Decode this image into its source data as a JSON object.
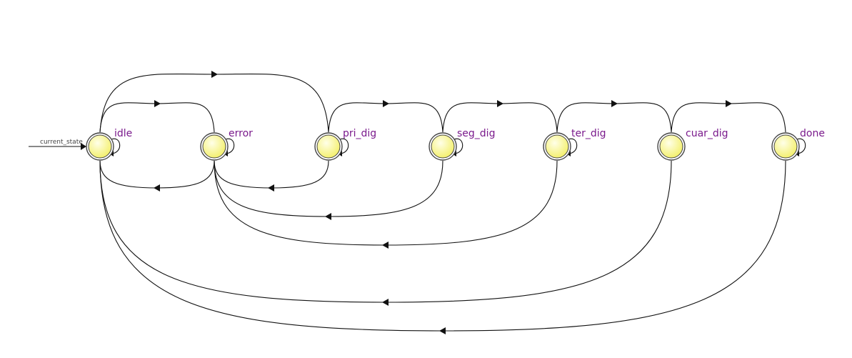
{
  "diagram": {
    "input_label": "current_state",
    "states": [
      {
        "id": "idle",
        "label": "idle"
      },
      {
        "id": "error",
        "label": "error"
      },
      {
        "id": "pri_dig",
        "label": "pri_dig"
      },
      {
        "id": "seg_dig",
        "label": "seg_dig"
      },
      {
        "id": "ter_dig",
        "label": "ter_dig"
      },
      {
        "id": "cuar_dig",
        "label": "cuar_dig"
      },
      {
        "id": "done",
        "label": "done"
      }
    ],
    "transitions": [
      {
        "from": "idle",
        "to": "error"
      },
      {
        "from": "error",
        "to": "idle"
      },
      {
        "from": "idle",
        "to": "pri_dig"
      },
      {
        "from": "pri_dig",
        "to": "error"
      },
      {
        "from": "pri_dig",
        "to": "seg_dig"
      },
      {
        "from": "seg_dig",
        "to": "ter_dig"
      },
      {
        "from": "ter_dig",
        "to": "cuar_dig"
      },
      {
        "from": "cuar_dig",
        "to": "done"
      },
      {
        "from": "seg_dig",
        "to": "error"
      },
      {
        "from": "ter_dig",
        "to": "error"
      },
      {
        "from": "cuar_dig",
        "to": "idle"
      },
      {
        "from": "done",
        "to": "idle"
      },
      {
        "from": "idle",
        "to": "idle"
      },
      {
        "from": "error",
        "to": "error"
      },
      {
        "from": "pri_dig",
        "to": "pri_dig"
      },
      {
        "from": "seg_dig",
        "to": "seg_dig"
      },
      {
        "from": "ter_dig",
        "to": "ter_dig"
      },
      {
        "from": "done",
        "to": "done"
      }
    ],
    "colors": {
      "state_fill": "#ffff99",
      "state_stroke": "#444444",
      "label": "#7a1a8c",
      "edge": "#111111"
    }
  }
}
